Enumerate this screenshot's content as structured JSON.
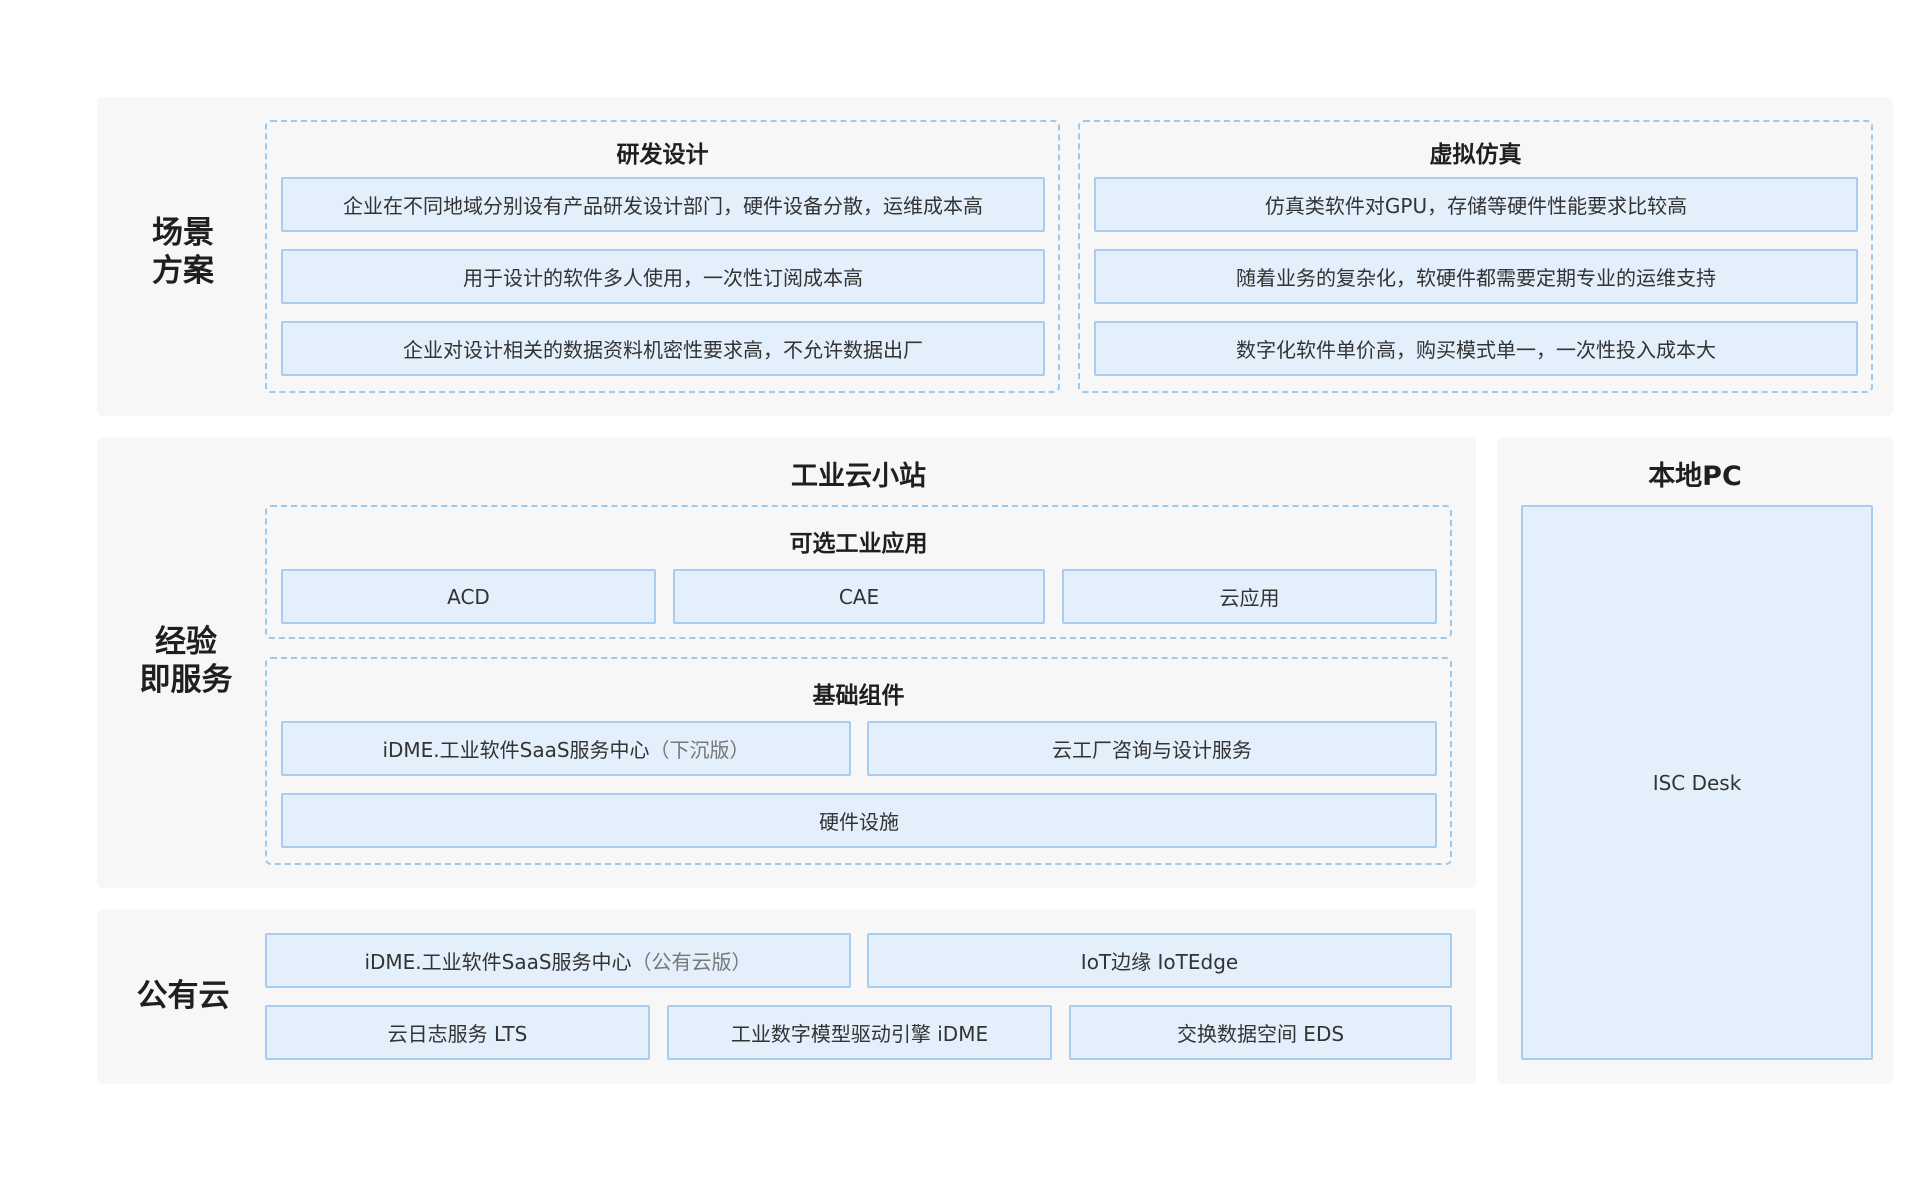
{
  "scenario": {
    "label": "场景\n方案",
    "rd_design": {
      "title": "研发设计",
      "items": [
        "企业在不同地域分别设有产品研发设计部门，硬件设备分散，运维成本高",
        "用于设计的软件多人使用，一次性订阅成本高",
        "企业对设计相关的数据资料机密性要求高，不允许数据出厂"
      ]
    },
    "simulation": {
      "title": "虚拟仿真",
      "items": [
        "仿真类软件对GPU，存储等硬件性能要求比较高",
        "随着业务的复杂化，软硬件都需要定期专业的运维支持",
        "数字化软件单价高，购买模式单一，一次性投入成本大"
      ]
    }
  },
  "experience": {
    "label": "经验\n即服务",
    "station_title": "工业云小站",
    "optional_apps": {
      "title": "可选工业应用",
      "items": [
        "ACD",
        "CAE",
        "云应用"
      ]
    },
    "base_components": {
      "title": "基础组件",
      "idme_main": "iDME.工业软件SaaS服务中心",
      "idme_sub": "（下沉版）",
      "consult": "云工厂咨询与设计服务",
      "hardware": "硬件设施"
    }
  },
  "local_pc": {
    "title": "本地PC",
    "item": "ISC Desk"
  },
  "public_cloud": {
    "label": "公有云",
    "idme_main": "iDME.工业软件SaaS服务中心",
    "idme_sub": "（公有云版）",
    "iot": "IoT边缘 IoTEdge",
    "lts": "云日志服务 LTS",
    "idme_engine": "工业数字模型驱动引擎 iDME",
    "eds": "交换数据空间 EDS"
  }
}
